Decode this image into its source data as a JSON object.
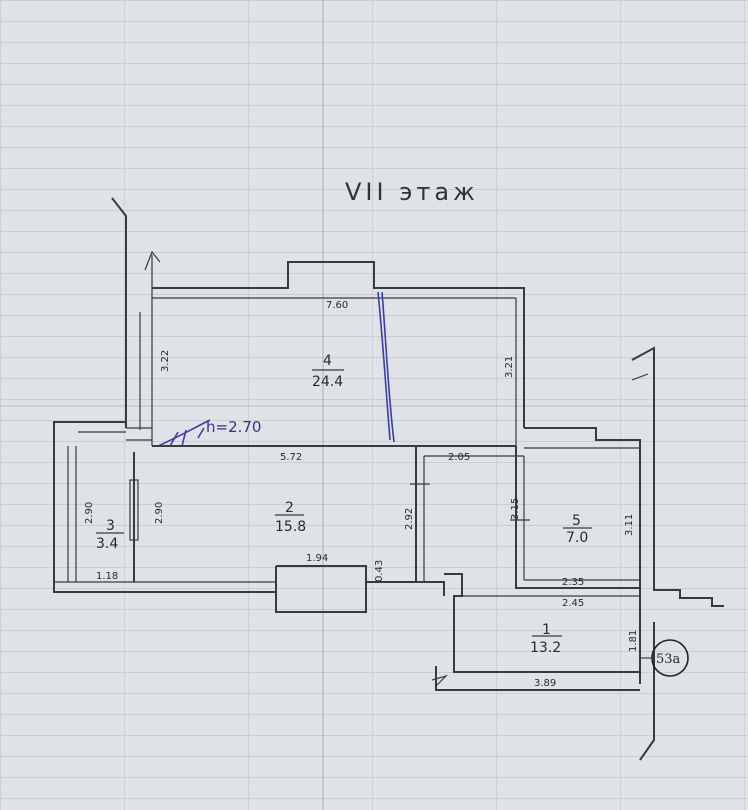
{
  "floor_title": "VII этаж",
  "height_note": "h=2.70",
  "stamp_label": "53а",
  "rooms": [
    {
      "number": "4",
      "area": "24.4"
    },
    {
      "number": "2",
      "area": "15.8"
    },
    {
      "number": "3",
      "area": "3.4"
    },
    {
      "number": "5",
      "area": "7.0"
    },
    {
      "number": "1",
      "area": "13.2"
    }
  ],
  "dimensions": {
    "top_width": "7.60",
    "left_height_room4": "3.22",
    "right_height_room4": "3.21",
    "wall_573": "5.72",
    "right_205": "2.05",
    "bath_height": "2.90",
    "room2_height": "2.90",
    "room2_right_height": "2.92",
    "bath_width": "1.18",
    "room2_bottom": "1.94",
    "step_043": "0.43",
    "room5_height": "3.15",
    "room5_right": "3.11",
    "room5_bottom": "2.35",
    "hall_top": "2.45",
    "hall_right": "1.81",
    "hall_bottom": "3.89"
  },
  "colors": {
    "ink": "#3a3a3a",
    "pen": "#3b3fa8",
    "paper": "#dfe3e6"
  }
}
